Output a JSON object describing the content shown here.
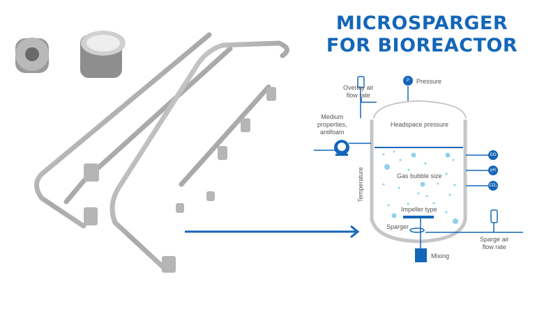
{
  "title": {
    "line1": "MICROSPARGER",
    "line2": "FOR BIOREACTOR"
  },
  "diagram": {
    "overlay_air": [
      "Overlay air",
      "flow rate"
    ],
    "pressure": "Pressure",
    "pressure_symbol": "P",
    "medium": [
      "Medium",
      "properties,",
      "antifoam"
    ],
    "headspace": "Headspace pressure",
    "gas_bubble": "Gas bubble size",
    "temperature": "Temperature",
    "sensors": [
      "DO",
      "pH",
      "CO₂"
    ],
    "impeller": "Impeller type",
    "sparger": "Sparger",
    "mixing": "Mixing",
    "sparge_air": [
      "Sparge air",
      "flow rate"
    ]
  },
  "colors": {
    "accent": "#1466b8",
    "vessel": "#c4c6c8",
    "bubble": "#8fd0ee"
  }
}
